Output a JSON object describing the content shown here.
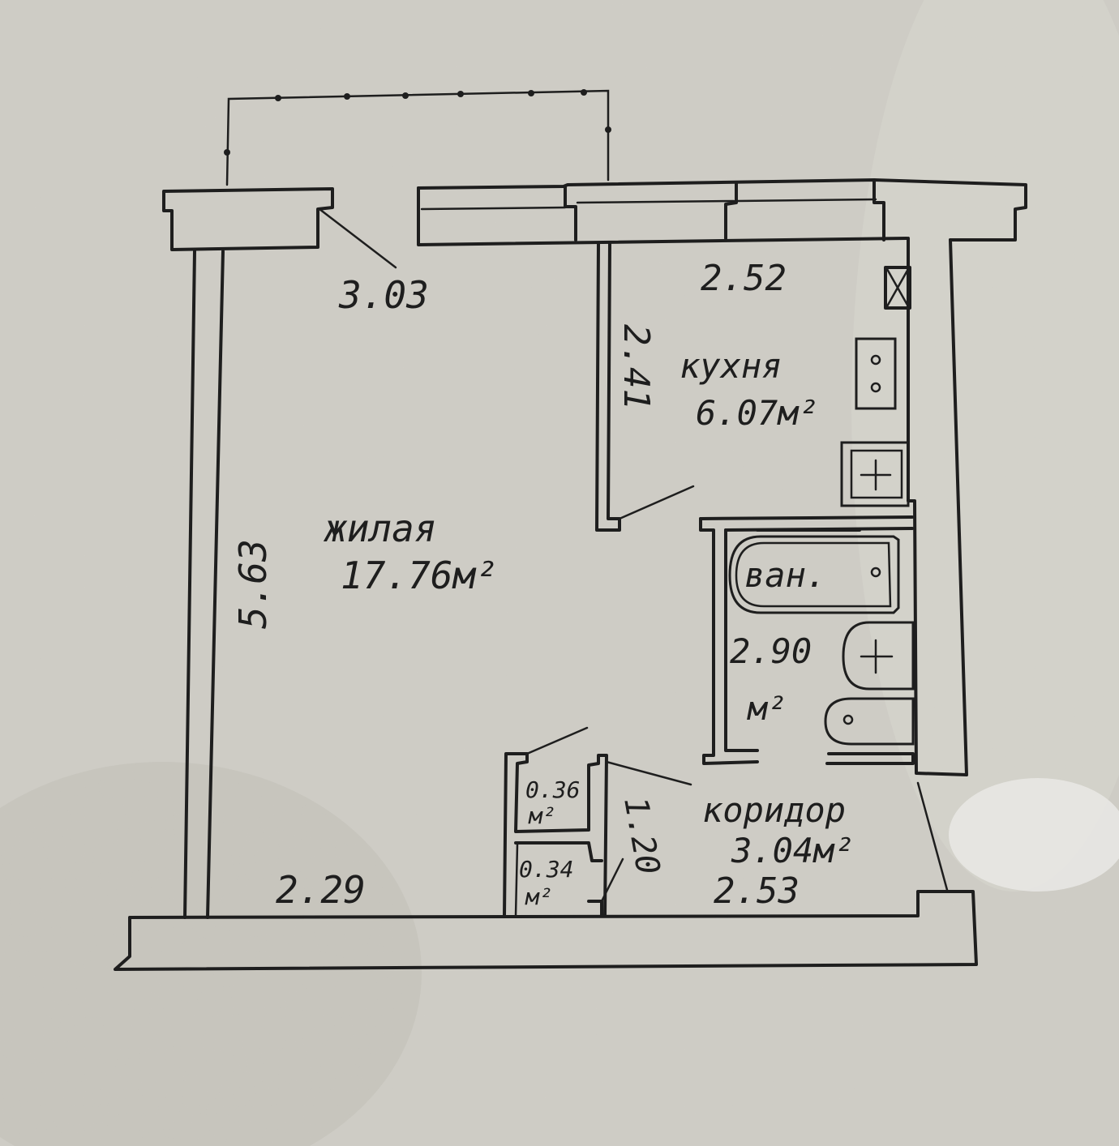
{
  "colors": {
    "paper": "#cfcdc6",
    "ink": "#1e1e1e"
  },
  "rooms": {
    "living": {
      "name": "жилая",
      "area": "17.76м²"
    },
    "kitchen": {
      "name": "кухня",
      "area": "6.07м²"
    },
    "bath": {
      "name": "ван.",
      "area": "2.90",
      "unit": "м²"
    },
    "corridor": {
      "name": "коридор",
      "area": "3.04м²"
    },
    "closet_1": {
      "area": "0.36",
      "unit": "м²"
    },
    "closet_2": {
      "area": "0.34",
      "unit": "м²"
    }
  },
  "dimensions": {
    "living_top": "3.03",
    "living_left": "5.63",
    "living_bottom": "2.29",
    "kitchen_top": "2.52",
    "kitchen_left": "2.41",
    "corridor_bottom": "2.53",
    "corridor_left": "1.20"
  }
}
